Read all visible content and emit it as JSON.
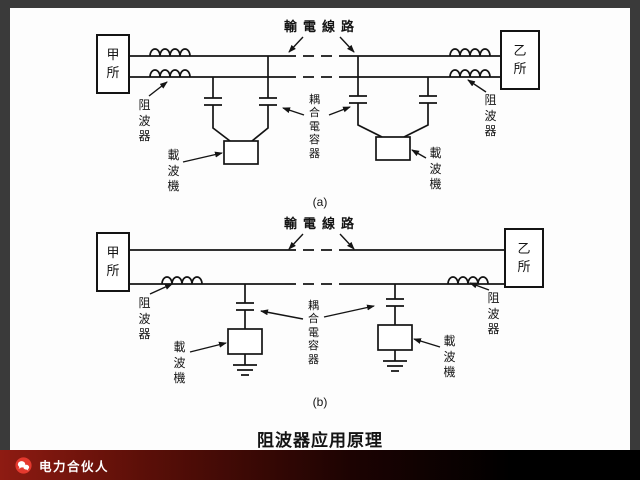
{
  "caption": "阻波器应用原理",
  "footer": {
    "brand": "电力合伙人",
    "logo": "wechat-bubble-icon"
  },
  "colors": {
    "frame": "#3a3a3a",
    "ink": "#141414",
    "footer_red": "#8e1b12",
    "logo_red": "#e5392e"
  },
  "diagram_a": {
    "title": "輸電線路",
    "station_left": "甲所",
    "station_right": "乙所",
    "trap_left": "阻波器",
    "trap_right": "阻波器",
    "coupling_capacitor": "耦合電容器",
    "carrier_left": "載波機",
    "carrier_right": "載波機",
    "sublabel": "(a)"
  },
  "diagram_b": {
    "title": "輸電線路",
    "station_left": "甲所",
    "station_right": "乙所",
    "trap_left": "阻波器",
    "trap_right": "阻波器",
    "coupling_capacitor": "耦合電容器",
    "carrier_left": "載波機",
    "carrier_right": "載波機",
    "sublabel": "(b)"
  }
}
